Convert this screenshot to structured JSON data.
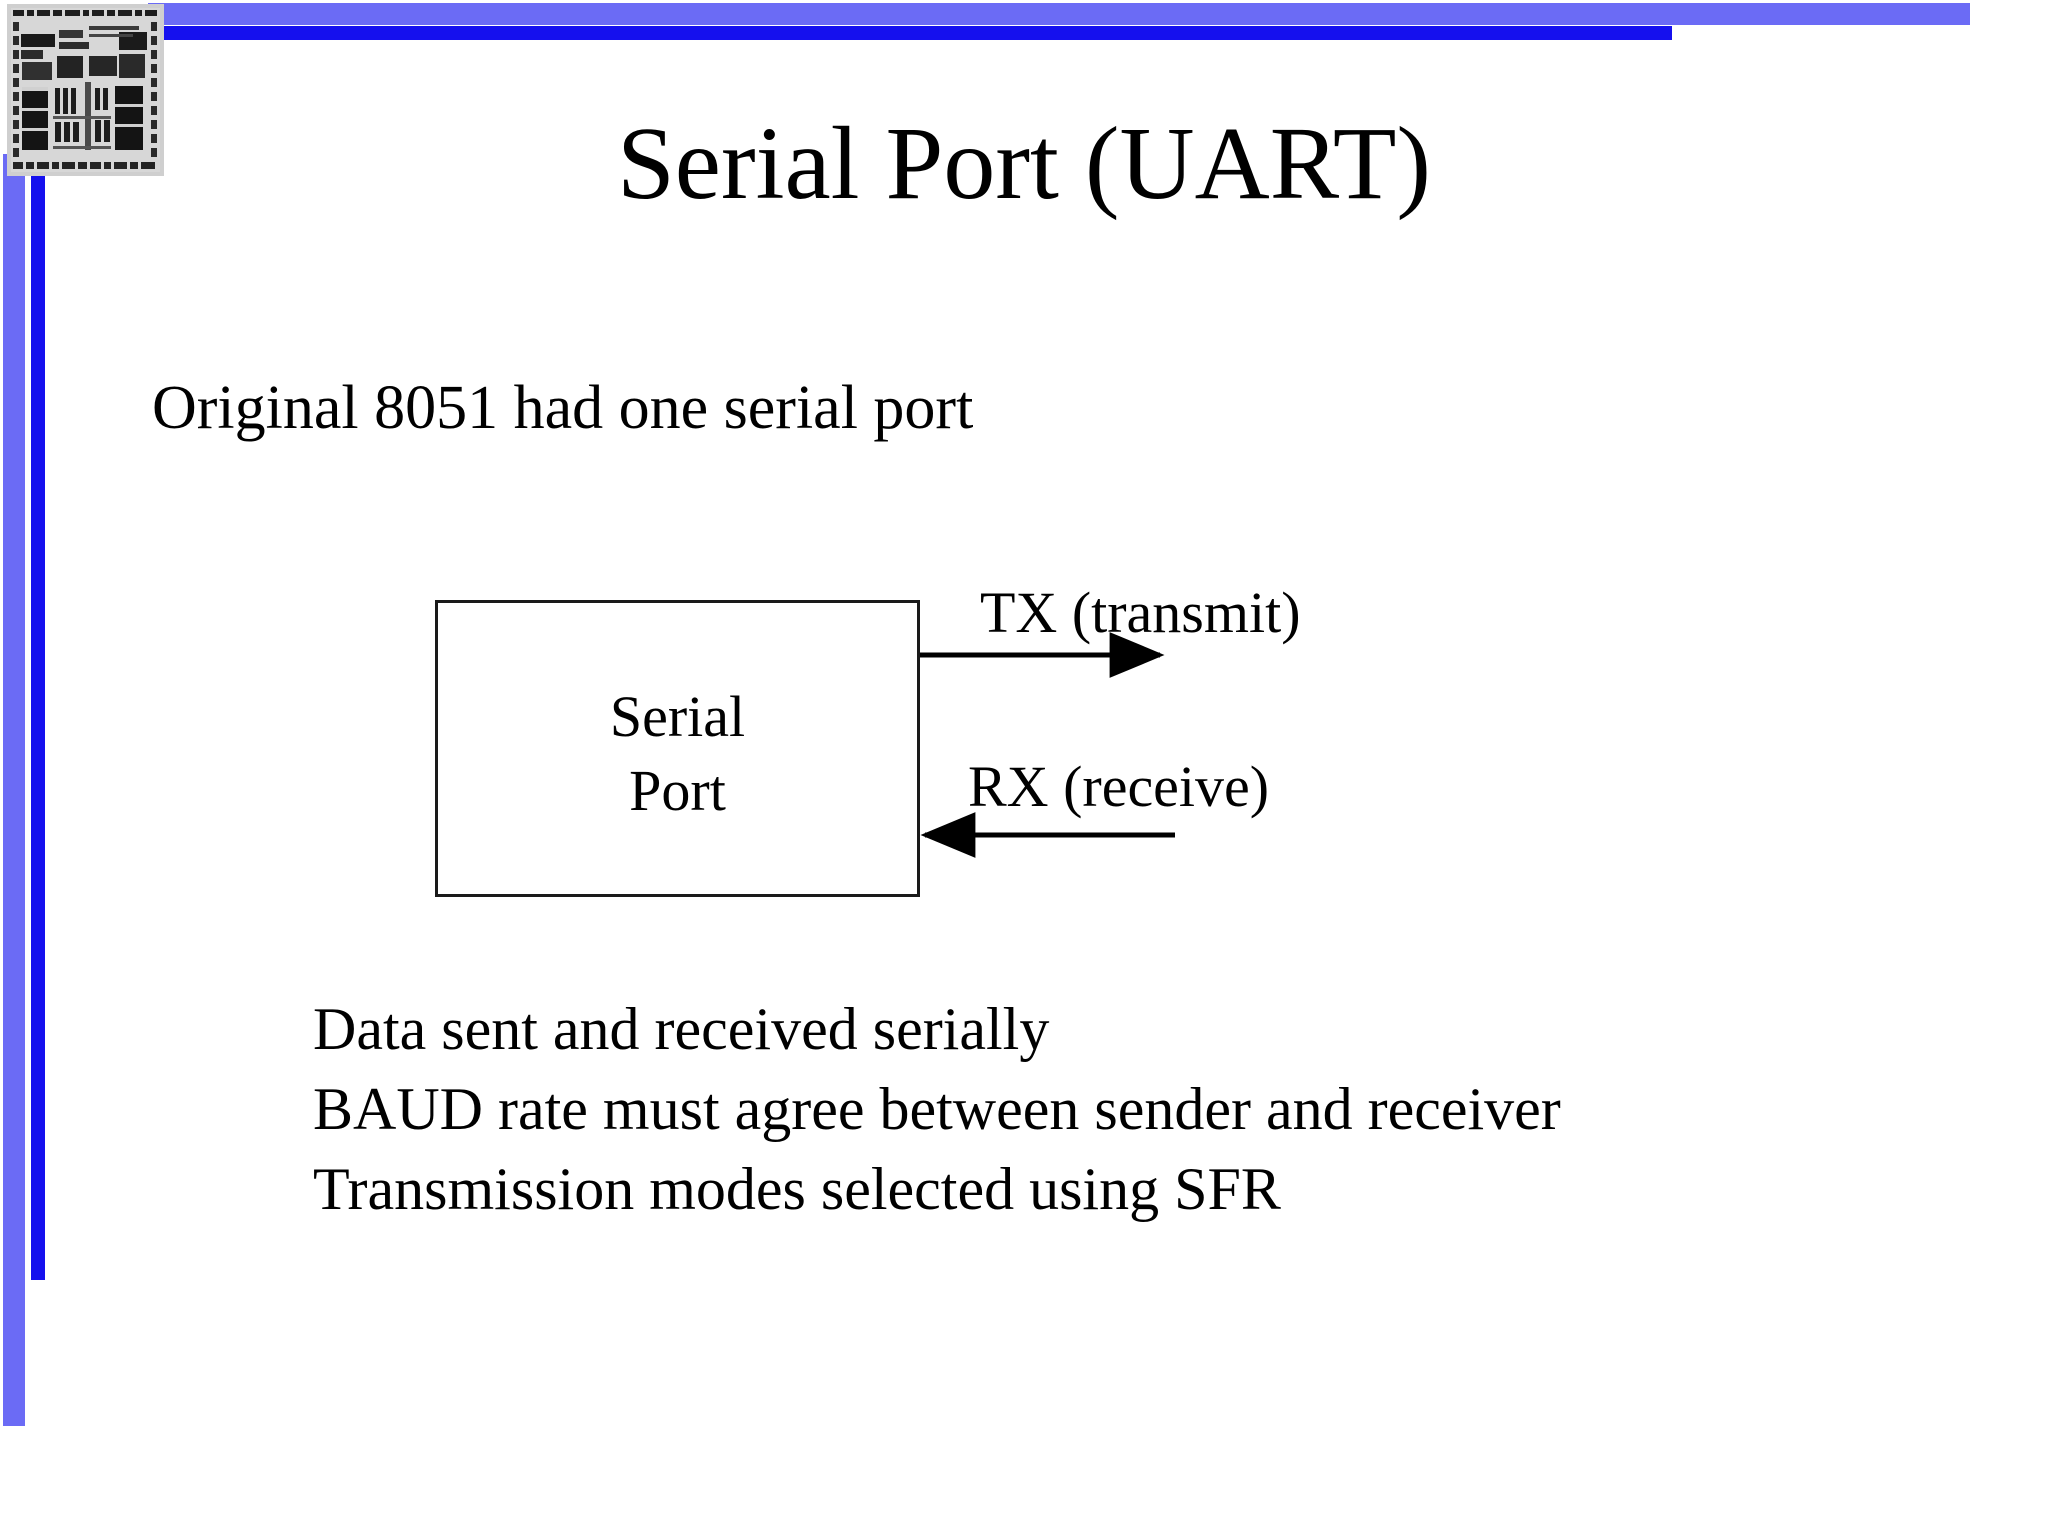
{
  "slide": {
    "title": "Serial Port (UART)",
    "intro": "Original 8051 had one serial port",
    "decor": {
      "light_blue": "#6b6bf5",
      "dark_blue": "#1510ee",
      "chip_image_alt": "8051 microcontroller die photo"
    },
    "diagram": {
      "box_label_line1": "Serial",
      "box_label_line2": "Port",
      "tx_label": "TX (transmit)",
      "rx_label": "RX (receive)",
      "line_color": "#000000"
    },
    "notes": [
      "Data sent and received serially",
      "BAUD rate must agree between sender and receiver",
      "Transmission modes selected using SFR"
    ]
  }
}
